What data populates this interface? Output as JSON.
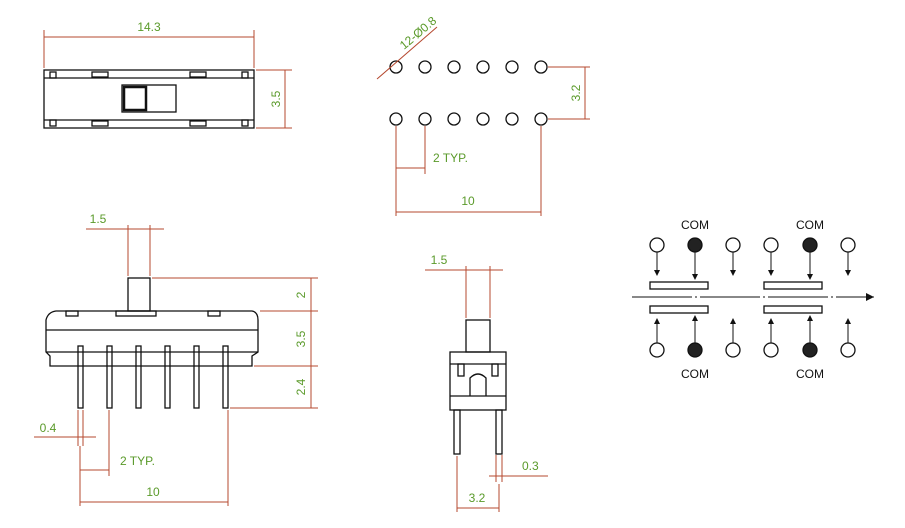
{
  "views": {
    "top": {
      "width": "14.3",
      "height": "3.5"
    },
    "footprint": {
      "holes": "12-Ø0.8",
      "row_pitch": "3.2",
      "pitch": "2 TYP.",
      "span": "10"
    },
    "front": {
      "knob_width": "1.5",
      "knob_height": "2",
      "body_height": "3.5",
      "pin_length": "2.4",
      "pin_width": "0.4",
      "pitch": "2 TYP.",
      "span": "10"
    },
    "side": {
      "knob_width": "1.5",
      "pin_thickness": "0.3",
      "pin_spacing": "3.2"
    }
  },
  "schematic": {
    "com_label": "COM"
  },
  "colors": {
    "dimension_line": "#b5482f",
    "dimension_text": "#5a9a2a",
    "outline": "#111111"
  }
}
